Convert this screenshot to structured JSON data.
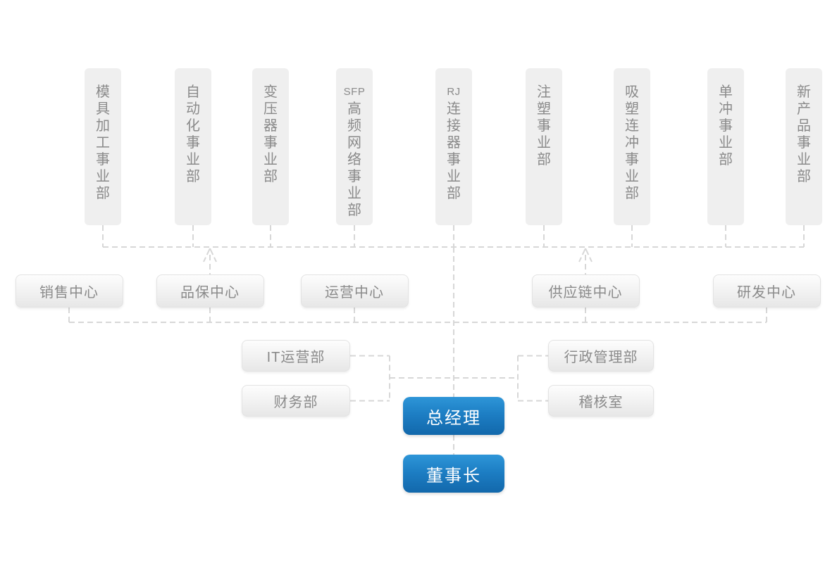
{
  "org_chart": {
    "business_units": [
      {
        "label": "模具加工事业部"
      },
      {
        "label": "自动化事业部"
      },
      {
        "label": "变压器事业部"
      },
      {
        "label": "SFP高频网络事业部"
      },
      {
        "label": "RJ连接器事业部"
      },
      {
        "label": "注塑事业部"
      },
      {
        "label": "吸塑连冲事业部"
      },
      {
        "label": "单冲事业部"
      },
      {
        "label": "新产品事业部"
      }
    ],
    "centers": [
      {
        "label": "销售中心",
        "arrow_up": false
      },
      {
        "label": "品保中心",
        "arrow_up": true
      },
      {
        "label": "运营中心",
        "arrow_up": false
      },
      {
        "label": "供应链中心",
        "arrow_up": true
      },
      {
        "label": "研发中心",
        "arrow_up": false
      }
    ],
    "staff_left": [
      {
        "label": "IT运营部"
      },
      {
        "label": "财务部"
      }
    ],
    "staff_right": [
      {
        "label": "行政管理部"
      },
      {
        "label": "稽核室"
      }
    ],
    "executives": [
      {
        "label": "总经理"
      },
      {
        "label": "董事长"
      }
    ],
    "colors": {
      "unit_box_bg": "#efefef",
      "box_text": "#8a8a8a",
      "connector": "#d7d7d7",
      "exec_blue_top": "#2e96d8",
      "exec_blue_bottom": "#1268ab",
      "exec_text": "#ffffff"
    }
  }
}
